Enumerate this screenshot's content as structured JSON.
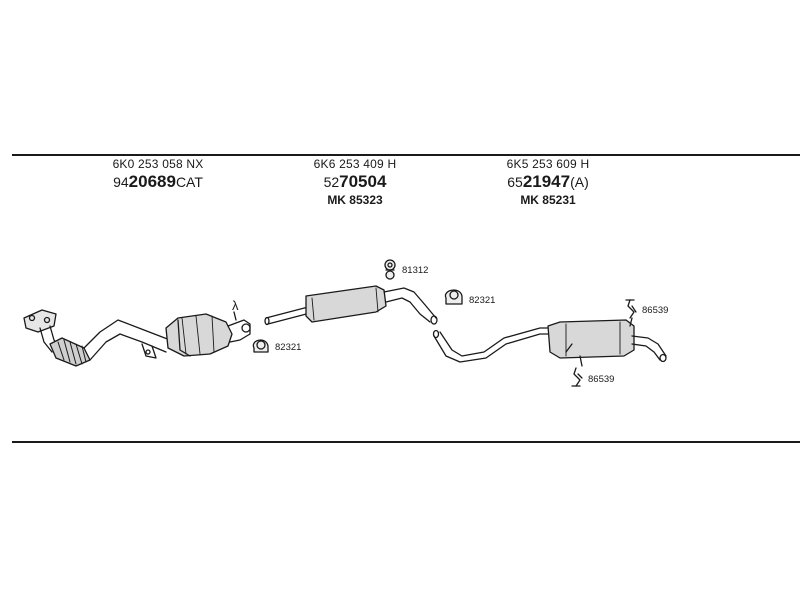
{
  "parts": [
    {
      "oe_number": "6K0 253 058 NX",
      "art_prefix": "94",
      "art_main": "20689",
      "art_suffix": "CAT",
      "mk": ""
    },
    {
      "oe_number": "6K6 253 409 H",
      "art_prefix": "52",
      "art_main": "70504",
      "art_suffix": "",
      "mk": "MK  85323"
    },
    {
      "oe_number": "6K5 253 609 H",
      "art_prefix": "65",
      "art_main": "21947",
      "art_suffix": "(A)",
      "mk": "MK  85231"
    }
  ],
  "callouts": {
    "clamp_82321_a": "82321",
    "clamp_82321_b": "82321",
    "mount_81312": "81312",
    "hanger_86539_top": "86539",
    "hanger_86539_bottom": "86539",
    "lambda_symbol": "λ"
  },
  "colors": {
    "line": "#1a1a1a",
    "fill": "#d8d8d8",
    "fill_dark": "#9a9a9a"
  }
}
